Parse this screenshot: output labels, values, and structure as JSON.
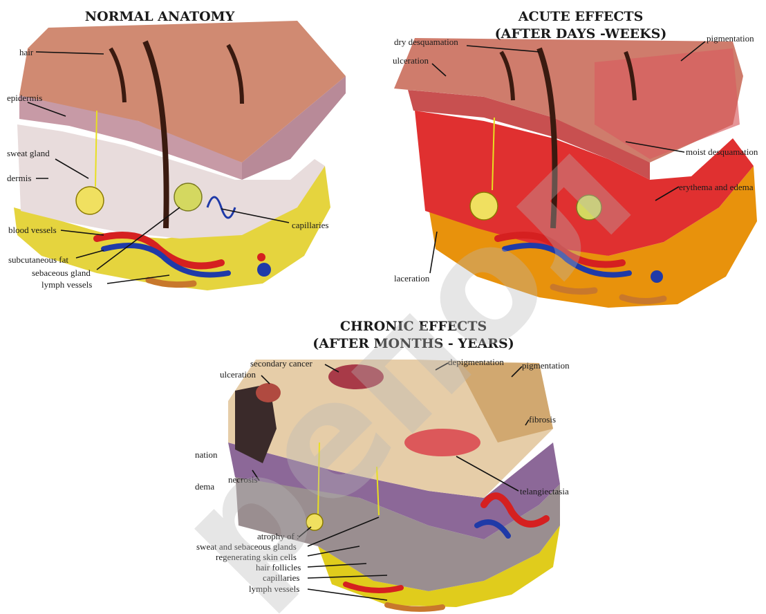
{
  "titles": {
    "normal": "NORMAL ANATOMY",
    "acute_line1": "ACUTE EFFECTS",
    "acute_line2": "(AFTER DAYS -WEEKS)",
    "chronic_line1": "CHRONIC EFFECTS",
    "chronic_line2": "(AFTER MONTHS - YEARS)"
  },
  "normal_labels": {
    "hair": "hair",
    "epidermis": "epidermis",
    "sweat_gland": "sweat gland",
    "dermis": "dermis",
    "blood_vessels": "blood vessels",
    "subcutaneous_fat": "subcutaneous fat",
    "sebaceous_gland": "sebaceous gland",
    "lymph_vessels": "lymph vessels",
    "capillaries": "capillaries"
  },
  "acute_labels": {
    "dry_desquamation": "dry desquamation",
    "ulceration": "ulceration",
    "pigmentation": "pigmentation",
    "moist_desquamation": "moist desquamation",
    "erythema_edema": "erythema and edema",
    "laceration": "laceration"
  },
  "chronic_labels": {
    "secondary_cancer": "secondary cancer",
    "ulceration": "ulceration",
    "depigmentation": "depigmentation",
    "pigmentation": "pigmentation",
    "fibrosis": "fibrosis",
    "nation": "nation",
    "necrosis": "necrosis",
    "dema": "dema",
    "telangiectasia": "telangiectasia",
    "atrophy_of": "atrophy of :",
    "sweat_sebaceous": "sweat and sebaceous glands",
    "regenerating": "regenerating skin cells",
    "hair_follicles": "hair follicles",
    "capillaries": "capillaries",
    "lymph_vessels": "lymph vessels"
  },
  "watermark": "репол",
  "colors": {
    "skin_top": "#d08a72",
    "epidermis": "#c79aa6",
    "dermis": "#e8dcdc",
    "fat": "#e0cc1c",
    "blood": "#d52020",
    "vein": "#1f3aa8",
    "lymph": "#c8782c",
    "erythema": "#e03030",
    "chronic_top": "#e6cda8",
    "fibrosis": "#8c6898"
  }
}
